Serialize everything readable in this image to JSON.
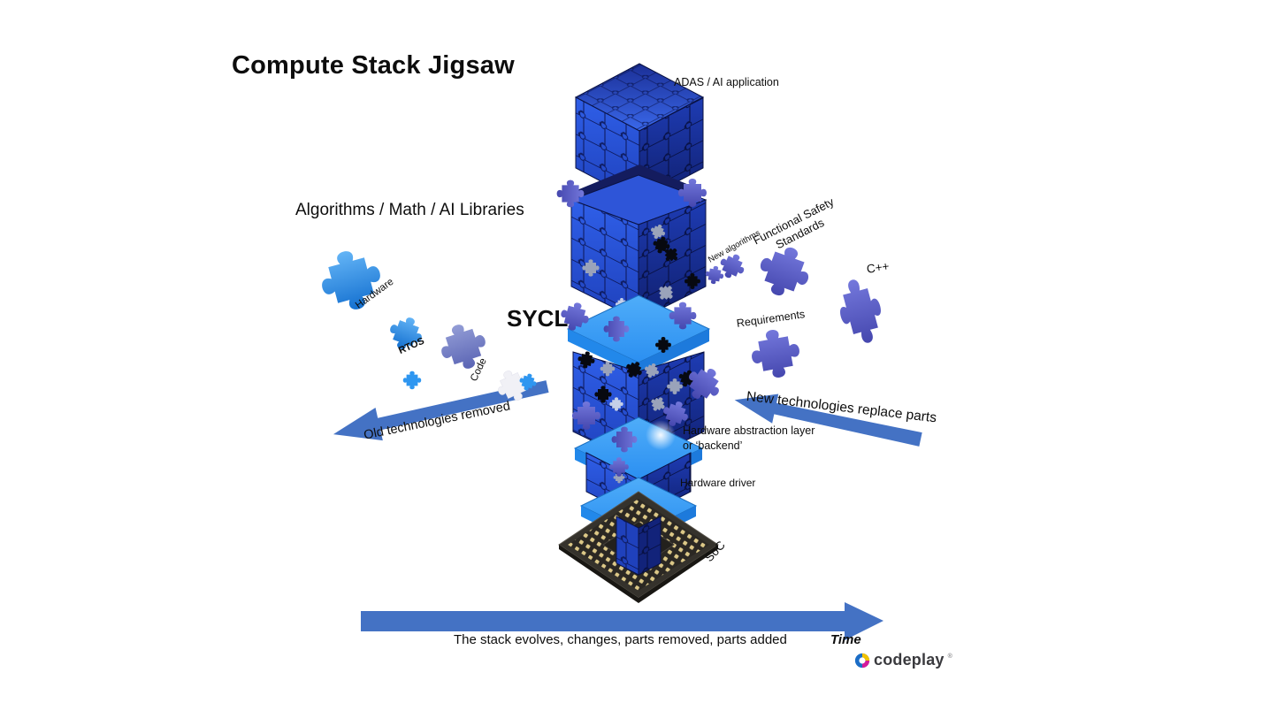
{
  "slide": {
    "title": "Compute Stack Jigsaw"
  },
  "tower": {
    "adas_label": "ADAS / AI application",
    "algorithms_label": "Algorithms / Math / AI  Libraries",
    "sycl_label": "SYCL",
    "hal_label_line1": "Hardware abstraction layer",
    "hal_label_line2": "or ‘backend’",
    "driver_label": "Hardware driver",
    "soc_label": "SoC"
  },
  "floating_pieces": {
    "hardware": "Hardware",
    "rtos": "RTOS",
    "code": "Code",
    "new_algorithms": "New algorithms",
    "functional_safety_line1": "Functional Safety",
    "functional_safety_line2": "Standards",
    "cpp": "C++",
    "requirements": "Requirements"
  },
  "arrows": {
    "old_label": "Old  technologies removed",
    "new_label": "New technologies replace parts",
    "timeline_caption": "The stack evolves, changes, parts removed, parts added",
    "time_label": "Time"
  },
  "logo": {
    "text": "codeplay",
    "registered": "®"
  },
  "colors": {
    "arrow_blue": "#4472c4",
    "cube_face_bright": "#2b59e0",
    "cube_face_dark": "#16297e",
    "slab_blue": "#3fa2f7",
    "piece_purple": "#5a5ec8",
    "piece_lightblue": "#2f93ef",
    "chip_body": "#35322c",
    "chip_pins_gold": "#dcc887",
    "logo_blue": "#1b6dc6",
    "logo_yellow": "#f2c200",
    "logo_magenta": "#d6199a"
  }
}
